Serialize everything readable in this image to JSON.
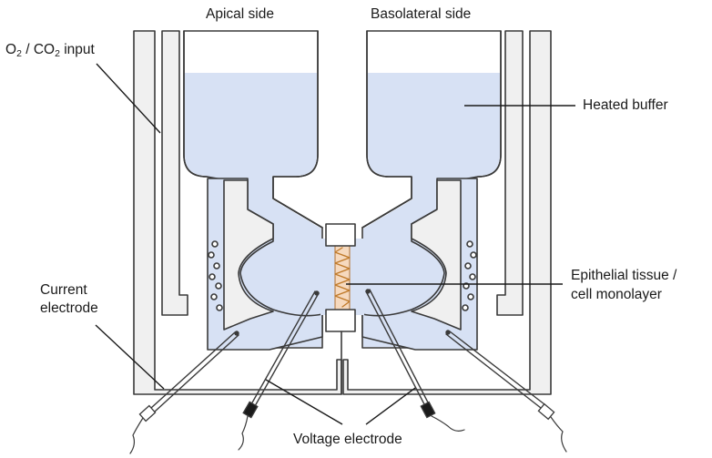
{
  "labels": {
    "apical": "Apical side",
    "basolateral": "Basolateral side",
    "o2_prefix": "O",
    "o2_sub": "2",
    "co2_prefix": " / CO",
    "co2_sub": "2",
    "gas_suffix": " input",
    "heated_buffer": "Heated buffer",
    "current_line1": "Current",
    "current_line2": "electrode",
    "epithelial_line1": "Epithelial tissue /",
    "epithelial_line2": "cell monolayer",
    "voltage": "Voltage electrode"
  },
  "colors": {
    "buffer": "#d7e1f4",
    "chamber_wall": "#f0f0f0",
    "outline": "#3a3a3a",
    "tissue": "#f6d9be",
    "tissue_spring": "#c07a2a",
    "electrode_cap": "#1a1a1a"
  }
}
